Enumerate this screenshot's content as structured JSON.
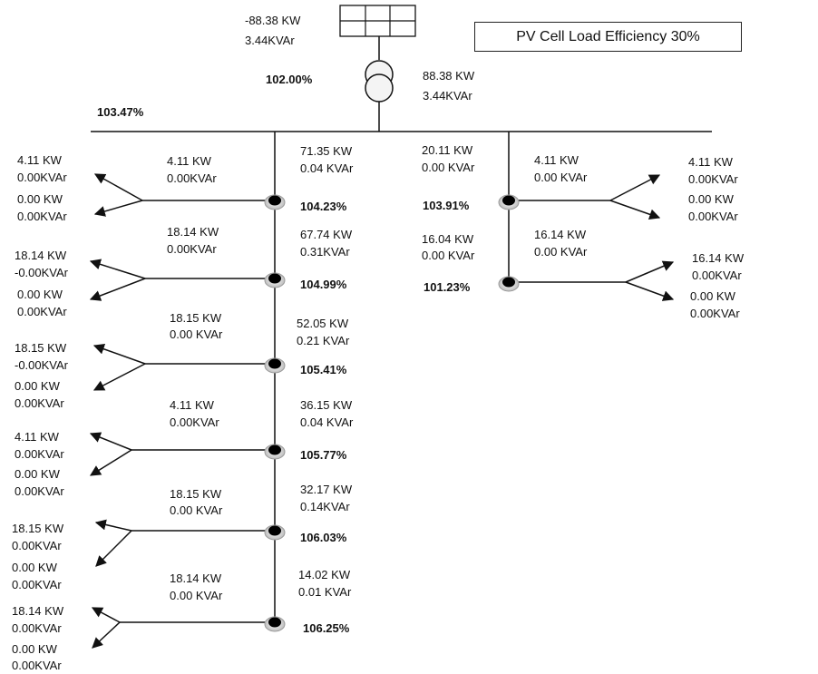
{
  "title": "PV Cell Load Efficiency 30%",
  "grid_source": {
    "kw": "-88.38 KW",
    "kvar": "3.44KVAr"
  },
  "transformer": {
    "pct": "102.00%",
    "kw": "88.38 KW",
    "kvar": "3.44KVAr"
  },
  "bus_voltage": "103.47%",
  "left_feeder": {
    "nodes": [
      {
        "seg_kw": "71.35 KW",
        "seg_kvar": "0.04 KVAr",
        "branch_kw": "4.11 KW",
        "branch_kvar": "0.00KVAr",
        "out1_kw": "4.11 KW",
        "out1_kvar": "0.00KVAr",
        "out2_kw": "0.00 KW",
        "out2_kvar": "0.00KVAr",
        "pct": "104.23%"
      },
      {
        "seg_kw": "67.74 KW",
        "seg_kvar": "0.31KVAr",
        "branch_kw": "18.14 KW",
        "branch_kvar": "0.00KVAr",
        "out1_kw": "18.14 KW",
        "out1_kvar": "-0.00KVAr",
        "out2_kw": "0.00 KW",
        "out2_kvar": "0.00KVAr",
        "pct": "104.99%"
      },
      {
        "seg_kw": "52.05 KW",
        "seg_kvar": "0.21 KVAr",
        "branch_kw": "18.15 KW",
        "branch_kvar": "0.00 KVAr",
        "out1_kw": "18.15 KW",
        "out1_kvar": "-0.00KVAr",
        "out2_kw": "0.00 KW",
        "out2_kvar": "0.00KVAr",
        "pct": "105.41%"
      },
      {
        "seg_kw": "36.15 KW",
        "seg_kvar": "0.04 KVAr",
        "branch_kw": "4.11 KW",
        "branch_kvar": "0.00KVAr",
        "out1_kw": "4.11 KW",
        "out1_kvar": "0.00KVAr",
        "out2_kw": "0.00 KW",
        "out2_kvar": "0.00KVAr",
        "pct": "105.77%"
      },
      {
        "seg_kw": "32.17 KW",
        "seg_kvar": "0.14KVAr",
        "branch_kw": "18.15 KW",
        "branch_kvar": "0.00 KVAr",
        "out1_kw": "18.15 KW",
        "out1_kvar": "0.00KVAr",
        "out2_kw": "0.00 KW",
        "out2_kvar": "0.00KVAr",
        "pct": "106.03%"
      },
      {
        "seg_kw": "14.02 KW",
        "seg_kvar": "0.01 KVAr",
        "branch_kw": "18.14 KW",
        "branch_kvar": "0.00 KVAr",
        "out1_kw": "18.14 KW",
        "out1_kvar": "0.00KVAr",
        "out2_kw": "0.00 KW",
        "out2_kvar": "0.00KVAr",
        "pct": "106.25%"
      }
    ]
  },
  "right_feeder": {
    "nodes": [
      {
        "seg_kw": "20.11 KW",
        "seg_kvar": "0.00 KVAr",
        "branch_kw": "4.11 KW",
        "branch_kvar": "0.00 KVAr",
        "out1_kw": "4.11 KW",
        "out1_kvar": "0.00KVAr",
        "out2_kw": "0.00 KW",
        "out2_kvar": "0.00KVAr",
        "pct": "103.91%"
      },
      {
        "seg_kw": "16.04 KW",
        "seg_kvar": "0.00 KVAr",
        "branch_kw": "16.14 KW",
        "branch_kvar": "0.00 KVAr",
        "out1_kw": "16.14 KW",
        "out1_kvar": "0.00KVAr",
        "out2_kw": "0.00 KW",
        "out2_kvar": "0.00KVAr",
        "pct": "101.23%"
      }
    ]
  }
}
